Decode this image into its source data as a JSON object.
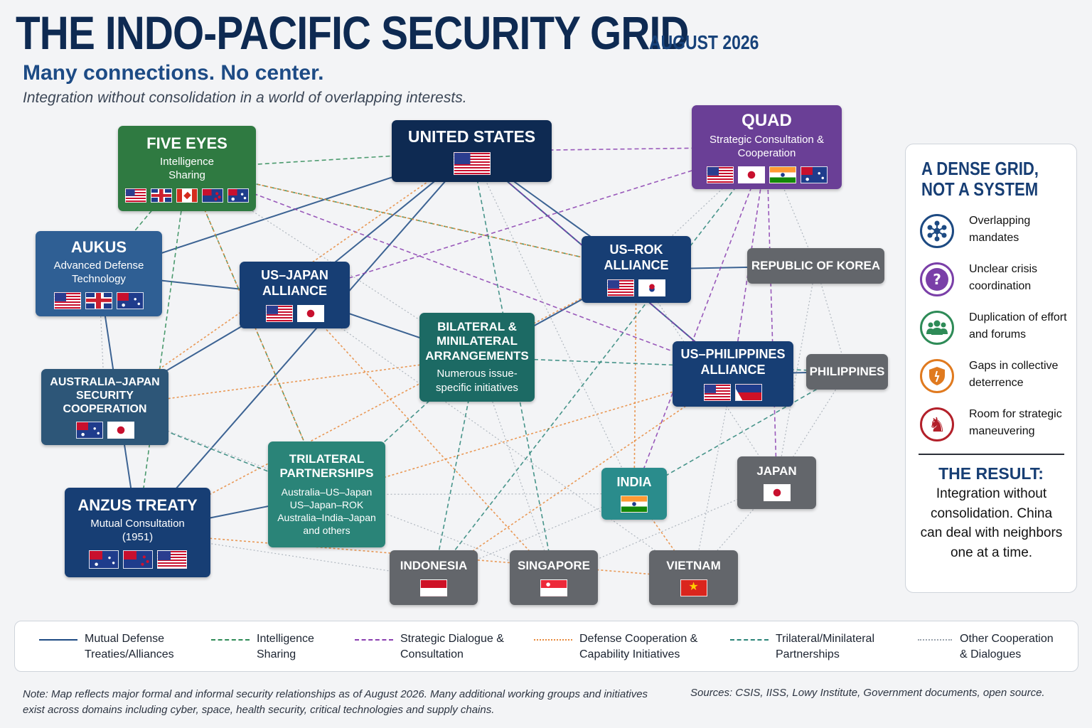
{
  "title": "THE INDO-PACIFIC SECURITY GRID",
  "date": "AUGUST 2026",
  "subtitle": "Many connections. No center.",
  "tagline": "Integration without consolidation in a world of overlapping interests.",
  "link_colors": {
    "mutual_defense": "#1d4a82",
    "intelligence": "#2e8b57",
    "strategic": "#8a3fb0",
    "defense_coop": "#e8893a",
    "trilateral": "#2a8478",
    "other": "#9aa3ad"
  },
  "nodes": {
    "us": {
      "name": "UNITED STATES",
      "flags": [
        "us"
      ],
      "color": "#0e2a52"
    },
    "quad": {
      "name": "QUAD",
      "desc": "Strategic Consultation & Cooperation",
      "flags": [
        "us",
        "jp",
        "in",
        "au"
      ],
      "color": "#6a3f96"
    },
    "fiveeyes": {
      "name": "FIVE EYES",
      "desc": "Intelligence Sharing",
      "flags": [
        "us",
        "uk",
        "ca",
        "nz",
        "au"
      ],
      "color": "#2f7a41"
    },
    "aukus": {
      "name": "AUKUS",
      "desc": "Advanced Defense Technology",
      "flags": [
        "us",
        "uk",
        "au"
      ],
      "color": "#2f5f94"
    },
    "usjapan": {
      "name": "US–JAPAN ALLIANCE",
      "flags": [
        "us",
        "jp"
      ],
      "color": "#173e74"
    },
    "usrok": {
      "name": "US–ROK ALLIANCE",
      "flags": [
        "us",
        "kr"
      ],
      "color": "#173e74"
    },
    "rok": {
      "name": "REPUBLIC OF KOREA",
      "color": "#63666b"
    },
    "bilateral": {
      "name": "BILATERAL & MINILATERAL ARRANGEMENTS",
      "desc": "Numerous issue-specific initiatives",
      "color": "#1c6a64"
    },
    "usphil": {
      "name": "US–PHILIPPINES ALLIANCE",
      "flags": [
        "us",
        "ph"
      ],
      "color": "#173e74"
    },
    "philippines": {
      "name": "PHILIPPINES",
      "color": "#63666b"
    },
    "ausjapan": {
      "name": "AUSTRALIA–JAPAN SECURITY COOPERATION",
      "flags": [
        "au",
        "jp"
      ],
      "color": "#2d5678"
    },
    "trilateral": {
      "name": "TRILATERAL PARTNERSHIPS",
      "desc": "Australia–US–Japan US–Japan–ROK Australia–India–Japan and others",
      "color": "#2a8478"
    },
    "india": {
      "name": "INDIA",
      "flags": [
        "in"
      ],
      "color": "#2a8c8c"
    },
    "japan": {
      "name": "JAPAN",
      "flags": [
        "jp"
      ],
      "color": "#63666b"
    },
    "anzus": {
      "name": "ANZUS TREATY",
      "desc": "Mutual Consultation (1951)",
      "flags": [
        "au",
        "nz",
        "us"
      ],
      "color": "#173e74"
    },
    "indonesia": {
      "name": "INDONESIA",
      "flags": [
        "id"
      ],
      "color": "#63666b"
    },
    "singapore": {
      "name": "SINGAPORE",
      "flags": [
        "sg"
      ],
      "color": "#63666b"
    },
    "vietnam": {
      "name": "VIETNAM",
      "flags": [
        "vn"
      ],
      "color": "#63666b"
    }
  },
  "links": [
    [
      "us",
      "usjapan",
      "mutual_defense"
    ],
    [
      "us",
      "usrok",
      "mutual_defense"
    ],
    [
      "us",
      "aukus",
      "mutual_defense"
    ],
    [
      "us",
      "anzus",
      "mutual_defense"
    ],
    [
      "us",
      "usphil",
      "mutual_defense"
    ],
    [
      "usrok",
      "rok",
      "mutual_defense"
    ],
    [
      "usphil",
      "philippines",
      "mutual_defense"
    ],
    [
      "usjapan",
      "aukus",
      "mutual_defense"
    ],
    [
      "ausjapan",
      "usjapan",
      "mutual_defense"
    ],
    [
      "anzus",
      "trilateral",
      "mutual_defense"
    ],
    [
      "aukus",
      "anzus",
      "mutual_defense"
    ],
    [
      "usrok",
      "bilateral",
      "mutual_defense"
    ],
    [
      "bilateral",
      "usjapan",
      "mutual_defense"
    ],
    [
      "fiveeyes",
      "us",
      "intelligence"
    ],
    [
      "fiveeyes",
      "anzus",
      "intelligence"
    ],
    [
      "fiveeyes",
      "trilateral",
      "intelligence"
    ],
    [
      "fiveeyes",
      "usrok",
      "intelligence"
    ],
    [
      "aukus",
      "fiveeyes",
      "intelligence"
    ],
    [
      "quad",
      "us",
      "strategic"
    ],
    [
      "quad",
      "usjapan",
      "strategic"
    ],
    [
      "quad",
      "india",
      "strategic"
    ],
    [
      "quad",
      "usphil",
      "strategic"
    ],
    [
      "quad",
      "japan",
      "strategic"
    ],
    [
      "us",
      "usphil",
      "strategic"
    ],
    [
      "fiveeyes",
      "usphil",
      "strategic"
    ],
    [
      "us",
      "ausjapan",
      "defense_coop"
    ],
    [
      "usjapan",
      "singapore",
      "defense_coop"
    ],
    [
      "anzus",
      "vietnam",
      "defense_coop"
    ],
    [
      "trilateral",
      "usphil",
      "defense_coop"
    ],
    [
      "usrok",
      "india",
      "defense_coop"
    ],
    [
      "fiveeyes",
      "usrok",
      "defense_coop"
    ],
    [
      "ausjapan",
      "bilateral",
      "defense_coop"
    ],
    [
      "trilateral",
      "fiveeyes",
      "defense_coop"
    ],
    [
      "anzus",
      "usrok",
      "defense_coop"
    ],
    [
      "indonesia",
      "usphil",
      "defense_coop"
    ],
    [
      "india",
      "vietnam",
      "defense_coop"
    ],
    [
      "trilateral",
      "bilateral",
      "trilateral"
    ],
    [
      "bilateral",
      "indonesia",
      "trilateral"
    ],
    [
      "bilateral",
      "philippines",
      "trilateral"
    ],
    [
      "us",
      "singapore",
      "trilateral"
    ],
    [
      "ausjapan",
      "trilateral",
      "trilateral"
    ],
    [
      "india",
      "philippines",
      "trilateral"
    ],
    [
      "quad",
      "indonesia",
      "trilateral"
    ],
    [
      "quad",
      "usrok",
      "other"
    ],
    [
      "quad",
      "rok",
      "other"
    ],
    [
      "rok",
      "philippines",
      "other"
    ],
    [
      "rok",
      "japan",
      "other"
    ],
    [
      "japan",
      "vietnam",
      "other"
    ],
    [
      "singapore",
      "japan",
      "other"
    ],
    [
      "indonesia",
      "india",
      "other"
    ],
    [
      "vietnam",
      "usphil",
      "other"
    ],
    [
      "aukus",
      "ausjapan",
      "other"
    ],
    [
      "anzus",
      "indonesia",
      "other"
    ],
    [
      "trilateral",
      "india",
      "other"
    ],
    [
      "singapore",
      "bilateral",
      "other"
    ],
    [
      "us",
      "india",
      "other"
    ],
    [
      "usjapan",
      "vietnam",
      "other"
    ],
    [
      "ausjapan",
      "singapore",
      "other"
    ],
    [
      "philippines",
      "japan",
      "other"
    ],
    [
      "fiveeyes",
      "bilateral",
      "other"
    ],
    [
      "usrok",
      "japan",
      "other"
    ]
  ],
  "panel": {
    "title_line1": "A DENSE GRID,",
    "title_line2": "NOT A SYSTEM",
    "items": [
      {
        "icon": "network-icon",
        "text": "Overlapping mandates",
        "color": "#1d4a82"
      },
      {
        "icon": "question-icon",
        "text": "Unclear crisis coordination",
        "color": "#7a3fa8"
      },
      {
        "icon": "people-icon",
        "text": "Duplication of effort and forums",
        "color": "#2e8b57"
      },
      {
        "icon": "shield-icon",
        "text": "Gaps in collective deterrence",
        "color": "#e07a1f"
      },
      {
        "icon": "chess-knight-icon",
        "text": "Room for strategic maneuvering",
        "color": "#b3202a"
      }
    ],
    "result_title": "THE RESULT:",
    "result_text": "Integration without consolidation. China can deal with neighbors one at a time."
  },
  "legend": [
    {
      "label": "Mutual Defense Treaties/Alliances",
      "style": "mutual_defense"
    },
    {
      "label": "Intelligence Sharing",
      "style": "intelligence"
    },
    {
      "label": "Strategic Dialogue & Consultation",
      "style": "strategic"
    },
    {
      "label": "Defense Cooperation & Capability Initiatives",
      "style": "defense_coop"
    },
    {
      "label": "Trilateral/Minilateral Partnerships",
      "style": "trilateral"
    },
    {
      "label": "Other Cooperation & Dialogues",
      "style": "other"
    }
  ],
  "note": "Note: Map reflects major formal and informal security relationships as of August 2026. Many additional working groups and initiatives exist across domains including cyber, space, health security, critical technologies and supply chains.",
  "sources": "Sources: CSIS, IISS, Lowy Institute, Government documents, open source."
}
